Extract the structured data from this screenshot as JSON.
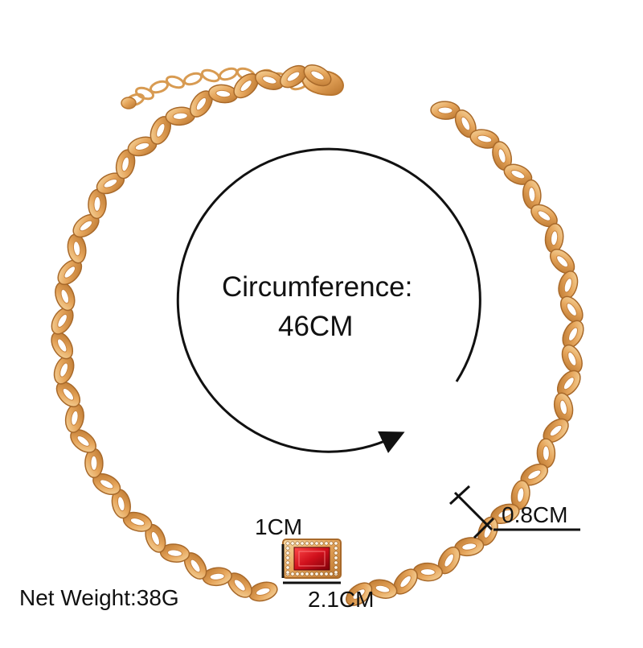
{
  "product": {
    "circumference_label": "Circumference:",
    "circumference_value": "46CM",
    "gem_height": "1CM",
    "gem_width": "2.1CM",
    "link_width": "0.8CM",
    "net_weight": "Net Weight:38G"
  },
  "colors": {
    "gold": "#e3a45b",
    "gold_dark": "#b9762f",
    "gold_light": "#f6d39c",
    "ruby": "#d0101c",
    "ink": "#111111"
  }
}
